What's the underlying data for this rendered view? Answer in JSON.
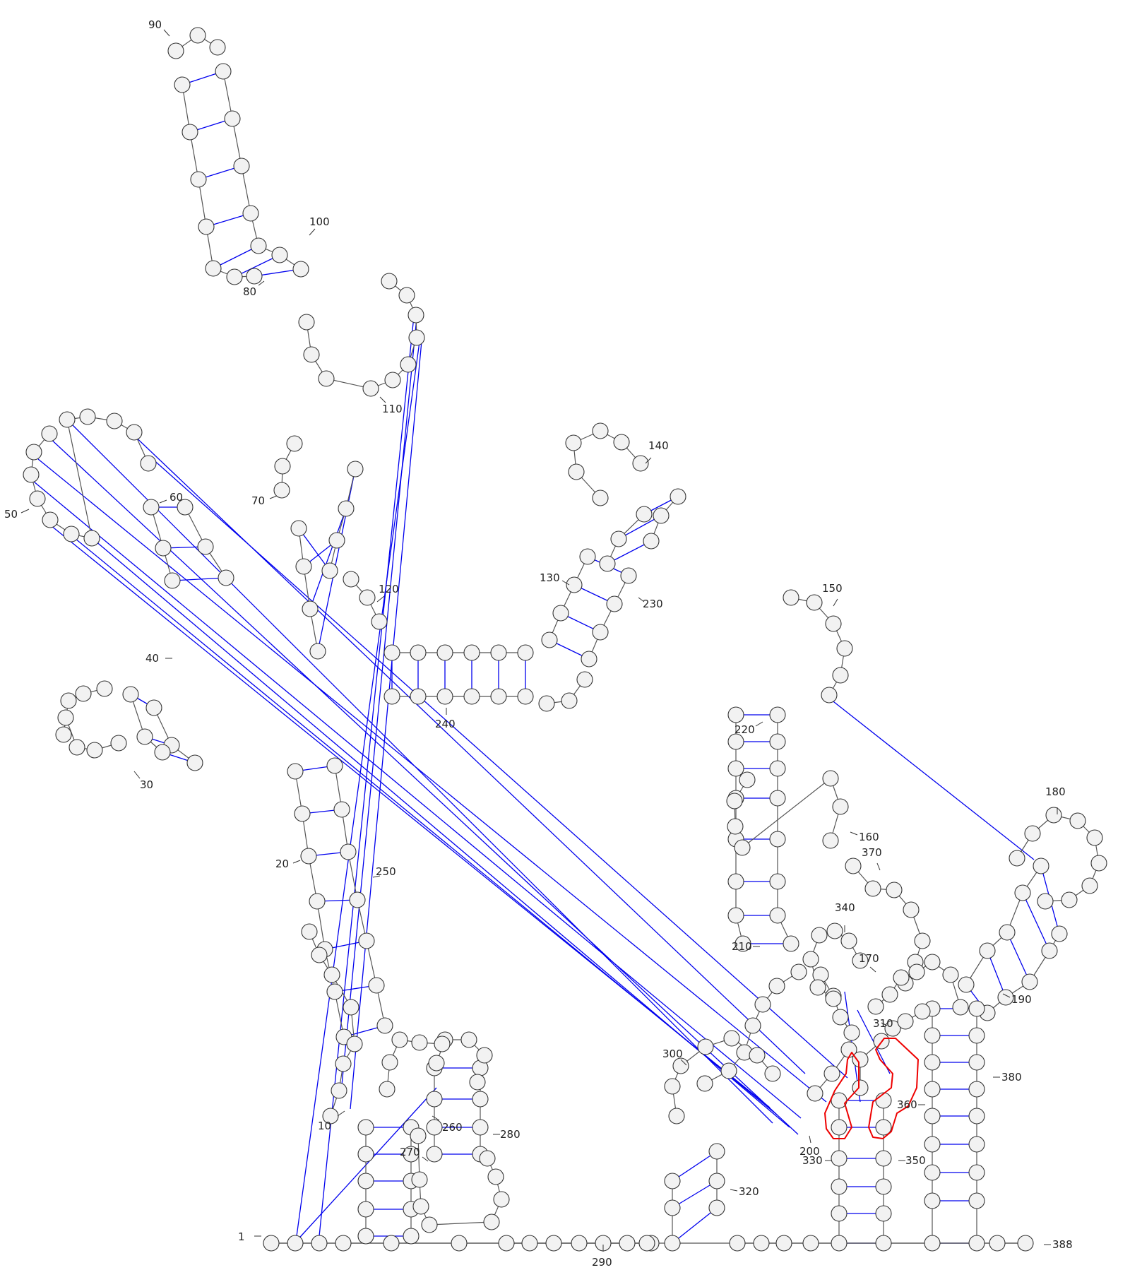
{
  "diagram": {
    "type": "rna-secondary-structure",
    "sequence_length": 388,
    "colors": {
      "pair": "#0000ee",
      "nucleotide_fill": "#f2f2f2",
      "nucleotide_stroke": "#333333",
      "backbone": "#555555",
      "highlight": "#ee0000"
    },
    "position_labels": [
      "1",
      "10",
      "20",
      "30",
      "40",
      "50",
      "60",
      "70",
      "80",
      "90",
      "100",
      "110",
      "120",
      "130",
      "140",
      "150",
      "160",
      "170",
      "180",
      "190",
      "200",
      "210",
      "220",
      "230",
      "240",
      "250",
      "260",
      "270",
      "280",
      "290",
      "300",
      "310",
      "320",
      "330",
      "340",
      "350",
      "360",
      "370",
      "380",
      "388"
    ]
  }
}
